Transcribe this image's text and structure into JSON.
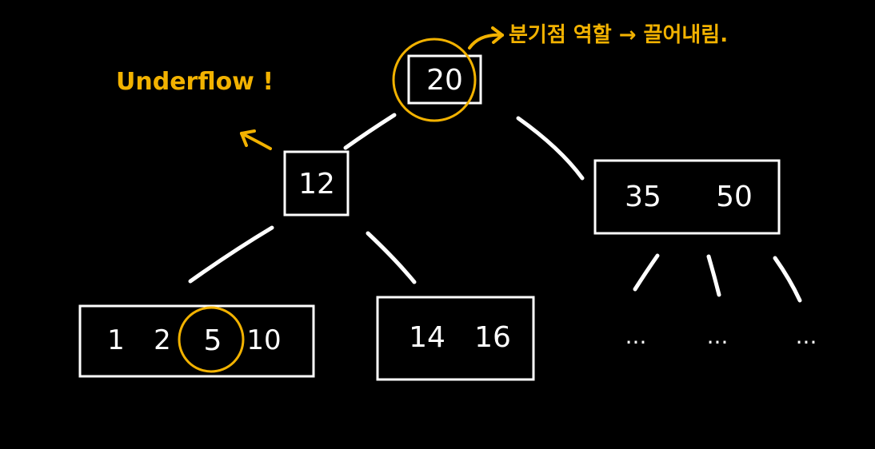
{
  "tree": {
    "root": {
      "keys": "20"
    },
    "left_child": {
      "keys": "12"
    },
    "right_child": {
      "keys": [
        "35",
        "50"
      ]
    },
    "leaf_left": {
      "keys": [
        "1",
        "2",
        "5",
        "10"
      ]
    },
    "leaf_mid": {
      "keys": [
        "14",
        "16"
      ]
    },
    "leaf_more": [
      "...",
      "...",
      "..."
    ]
  },
  "annotations": {
    "underflow": "Underflow !",
    "root_note": "분기점 역할 → 끌어내림."
  },
  "colors": {
    "background": "#000000",
    "ink": "#ffffff",
    "highlight": "#f2b200"
  }
}
